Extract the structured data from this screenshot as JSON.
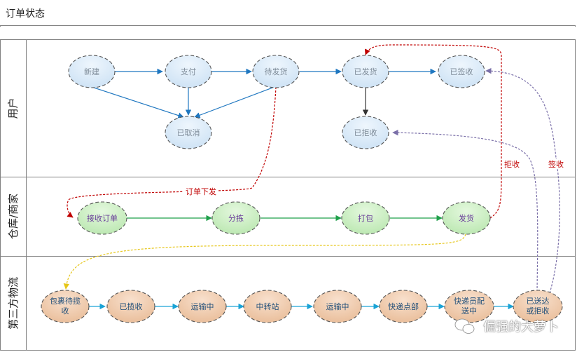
{
  "title": "订单状态",
  "lanes": {
    "user": "用户",
    "warehouse": "仓库/商家",
    "logistics": "第三方物流"
  },
  "nodes": {
    "xinjian": "新建",
    "zhifu": "支付",
    "daifahuo": "待发货",
    "yifahuo": "已发货",
    "yiqianshou": "已签收",
    "yiquxiao": "已取消",
    "yijushou": "已拒收",
    "jieshoudingdan": "接收订单",
    "fenjian": "分拣",
    "dabao": "打包",
    "fahuo": "发货",
    "baoguo_l1": "包裹待揽",
    "baoguo_l2": "收",
    "yilanshou": "已揽收",
    "yunshu1": "运输中",
    "zhongzhuanzhan": "中转站",
    "yunshu2": "运输中",
    "kuaidi_dianbu": "快递点部",
    "peisong_l1": "快递员配",
    "peisong_l2": "送中",
    "yisongda_l1": "已送达",
    "yisongda_l2": "或拒收"
  },
  "edge_labels": {
    "order_placed": "订单下发",
    "reject": "拒收",
    "sign": "签收"
  },
  "colors": {
    "user_fill": "#dbeaf7",
    "warehouse_fill": "#cdeec6",
    "logistics_fill": "#f2cfb3",
    "blue_arrow": "#1f77c0",
    "green_arrow": "#1ea04a",
    "cyan_arrow": "#1aa3d6",
    "red_dashed": "#c00000",
    "yellow_dashed": "#e6c619",
    "purple_dashed": "#7a6fa8"
  },
  "watermark": "倔强的大萝卜"
}
